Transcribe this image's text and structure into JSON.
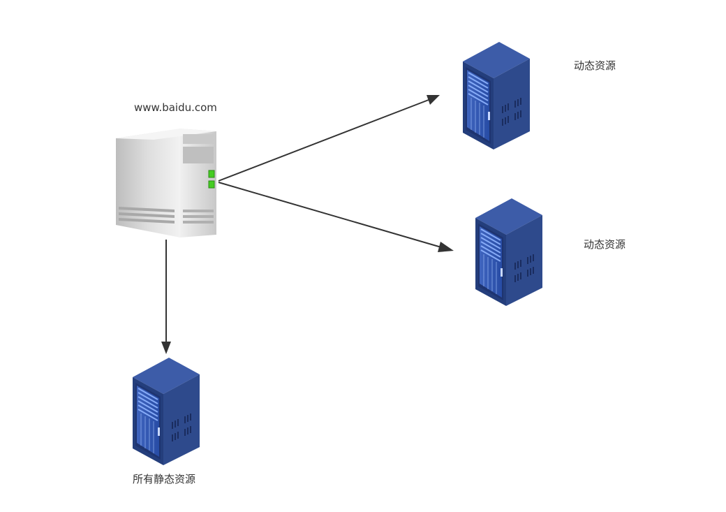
{
  "diagram": {
    "nodes": {
      "web_server": {
        "label": "www.baidu.com",
        "icon": "tower-server-icon"
      },
      "dynamic_server_1": {
        "label": "动态资源",
        "icon": "rack-server-icon"
      },
      "dynamic_server_2": {
        "label": "动态资源",
        "icon": "rack-server-icon"
      },
      "static_server": {
        "label": "所有静态资源",
        "icon": "rack-server-icon"
      }
    },
    "edges": [
      {
        "from": "web_server",
        "to": "dynamic_server_1"
      },
      {
        "from": "web_server",
        "to": "dynamic_server_2"
      },
      {
        "from": "web_server",
        "to": "static_server"
      }
    ],
    "colors": {
      "arrow": "#333333",
      "rack_server": "#2e4a8c",
      "tower_server": "#d9d9d9",
      "led": "#44cc22"
    }
  }
}
